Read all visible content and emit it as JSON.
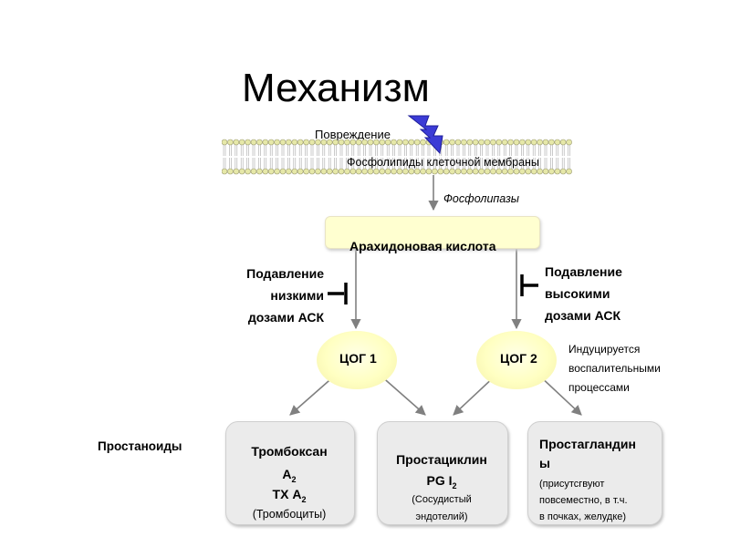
{
  "title": "Механизм",
  "damage_label": "Повреждение",
  "membrane_label": "Фосфолипиды клеточной мембраны",
  "enzyme_label": "Фосфолипазы",
  "substrate_label": "Арахидоновая кислота",
  "inhibition_low": {
    "line1": "Подавление",
    "line2": "низкими",
    "line3": "дозами АСК"
  },
  "inhibition_high": {
    "line1": "Подавление",
    "line2": "высокими",
    "line3": "дозами АСК"
  },
  "cox1_label": "ЦОГ 1",
  "cox2_label": "ЦОГ 2",
  "cox2_note": {
    "line1": "Индуцируется",
    "line2": "воспалительными",
    "line3": "процессами"
  },
  "prostanoids_label": "Простаноиды",
  "thromboxane": {
    "name": "Тромбоксан",
    "a2_base": "А",
    "a2_sub": "2",
    "txa2_base": "ТХ А",
    "txa2_sub": "2",
    "note": "(Тромбоциты)"
  },
  "prostacyclin": {
    "name": "Простациклин",
    "pg_base": "PG I",
    "pg_sub": "2",
    "note1": "(Сосудистый",
    "note2": "эндотелий)"
  },
  "prostaglandins": {
    "name1": "Простагландин",
    "name2": "ы",
    "note1": "(присутсгвуют",
    "note2": "повсеместно, в т.ч.",
    "note3": "в почках, желудке)"
  },
  "colors": {
    "lightning": "#3b3bd6",
    "membrane_head": "#e6e8a8",
    "substrate_box": "#ffffd0",
    "enzyme_fill": "#ffffc2",
    "product_box": "#ebebeb",
    "arrow": "#808080"
  }
}
